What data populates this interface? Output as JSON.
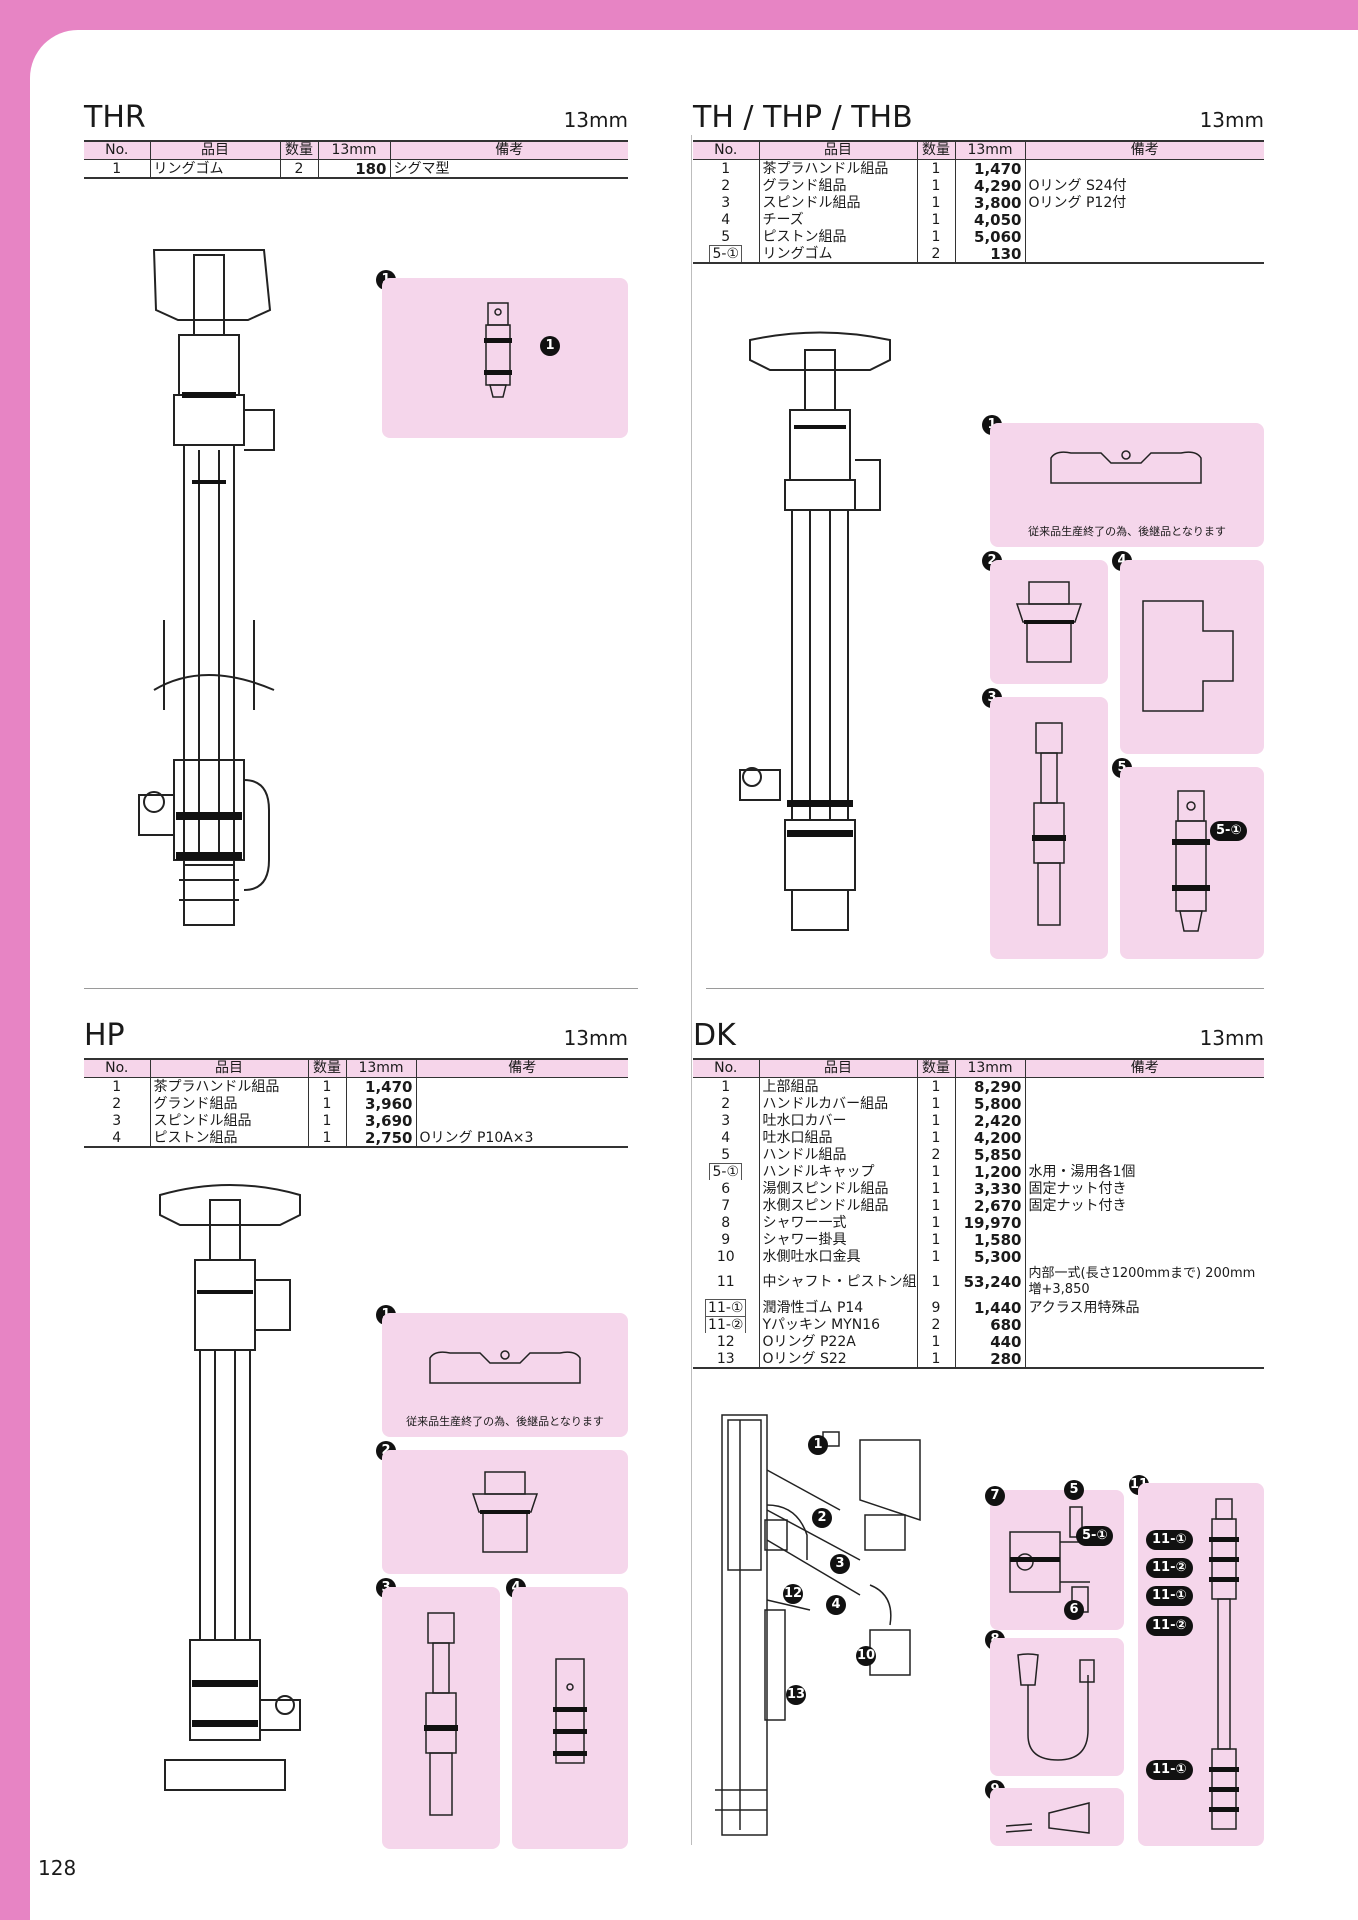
{
  "page_number": "128",
  "sections": {
    "thr": {
      "title": "THR",
      "size": "13mm",
      "headers": [
        "No.",
        "品目",
        "数量",
        "13mm",
        "備考"
      ],
      "rows": [
        {
          "no": "1",
          "item": "リングゴム",
          "qty": "2",
          "price": "180",
          "note": "シグマ型"
        }
      ],
      "badge_labels": [
        "1",
        "1"
      ]
    },
    "th": {
      "title": "TH / THP / THB",
      "size": "13mm",
      "headers": [
        "No.",
        "品目",
        "数量",
        "13mm",
        "備考"
      ],
      "rows": [
        {
          "no": "1",
          "item": "茶プラハンドル組品",
          "qty": "1",
          "price": "1,470",
          "note": ""
        },
        {
          "no": "2",
          "item": "グランド組品",
          "qty": "1",
          "price": "4,290",
          "note": "Oリング S24付"
        },
        {
          "no": "3",
          "item": "スピンドル組品",
          "qty": "1",
          "price": "3,800",
          "note": "Oリング P12付"
        },
        {
          "no": "4",
          "item": "チーズ",
          "qty": "1",
          "price": "4,050",
          "note": ""
        },
        {
          "no": "5",
          "item": "ピストン組品",
          "qty": "1",
          "price": "5,060",
          "note": ""
        },
        {
          "no": "5-①",
          "item": "リングゴム",
          "qty": "2",
          "price": "130",
          "note": ""
        }
      ],
      "panel_note": "従来品生産終了の為、後継品となります",
      "badges": [
        "1",
        "2",
        "4",
        "3",
        "5",
        "5-①"
      ]
    },
    "hp": {
      "title": "HP",
      "size": "13mm",
      "headers": [
        "No.",
        "品目",
        "数量",
        "13mm",
        "備考"
      ],
      "rows": [
        {
          "no": "1",
          "item": "茶プラハンドル組品",
          "qty": "1",
          "price": "1,470",
          "note": ""
        },
        {
          "no": "2",
          "item": "グランド組品",
          "qty": "1",
          "price": "3,960",
          "note": ""
        },
        {
          "no": "3",
          "item": "スピンドル組品",
          "qty": "1",
          "price": "3,690",
          "note": ""
        },
        {
          "no": "4",
          "item": "ピストン組品",
          "qty": "1",
          "price": "2,750",
          "note": "Oリング P10A×3"
        }
      ],
      "panel_note": "従来品生産終了の為、後継品となります",
      "badges": [
        "1",
        "2",
        "3",
        "4"
      ]
    },
    "dk": {
      "title": "DK",
      "size": "13mm",
      "headers": [
        "No.",
        "品目",
        "数量",
        "13mm",
        "備考"
      ],
      "rows": [
        {
          "no": "1",
          "item": "上部組品",
          "qty": "1",
          "price": "8,290",
          "note": ""
        },
        {
          "no": "2",
          "item": "ハンドルカバー組品",
          "qty": "1",
          "price": "5,800",
          "note": ""
        },
        {
          "no": "3",
          "item": "吐水口カバー",
          "qty": "1",
          "price": "2,420",
          "note": ""
        },
        {
          "no": "4",
          "item": "吐水口組品",
          "qty": "1",
          "price": "4,200",
          "note": ""
        },
        {
          "no": "5",
          "item": "ハンドル組品",
          "qty": "2",
          "price": "5,850",
          "note": ""
        },
        {
          "no": "5-①",
          "item": "ハンドルキャップ",
          "qty": "1",
          "price": "1,200",
          "note": "水用・湯用各1個"
        },
        {
          "no": "6",
          "item": "湯側スピンドル組品",
          "qty": "1",
          "price": "3,330",
          "note": "固定ナット付き"
        },
        {
          "no": "7",
          "item": "水側スピンドル組品",
          "qty": "1",
          "price": "2,670",
          "note": "固定ナット付き"
        },
        {
          "no": "8",
          "item": "シャワー一式",
          "qty": "1",
          "price": "19,970",
          "note": ""
        },
        {
          "no": "9",
          "item": "シャワー掛具",
          "qty": "1",
          "price": "1,580",
          "note": ""
        },
        {
          "no": "10",
          "item": "水側吐水口金具",
          "qty": "1",
          "price": "5,300",
          "note": ""
        },
        {
          "no": "11",
          "item": "中シャフト・ピストン組品",
          "qty": "1",
          "price": "53,240",
          "note": "内部一式(長さ1200mmまで) 200mm増+3,850"
        },
        {
          "no": "11-①",
          "item": "潤滑性ゴム P14",
          "qty": "9",
          "price": "1,440",
          "note": "アクラス用特殊品"
        },
        {
          "no": "11-②",
          "item": "Yパッキン MYN16",
          "qty": "2",
          "price": "680",
          "note": ""
        },
        {
          "no": "12",
          "item": "Oリング P22A",
          "qty": "1",
          "price": "440",
          "note": ""
        },
        {
          "no": "13",
          "item": "Oリング S22",
          "qty": "1",
          "price": "280",
          "note": ""
        }
      ],
      "badges": [
        "1",
        "2",
        "3",
        "4",
        "12",
        "10",
        "13",
        "7",
        "5",
        "5-①",
        "6",
        "8",
        "9",
        "11",
        "11-①",
        "11-②",
        "11-①",
        "11-②",
        "11-①"
      ]
    }
  }
}
